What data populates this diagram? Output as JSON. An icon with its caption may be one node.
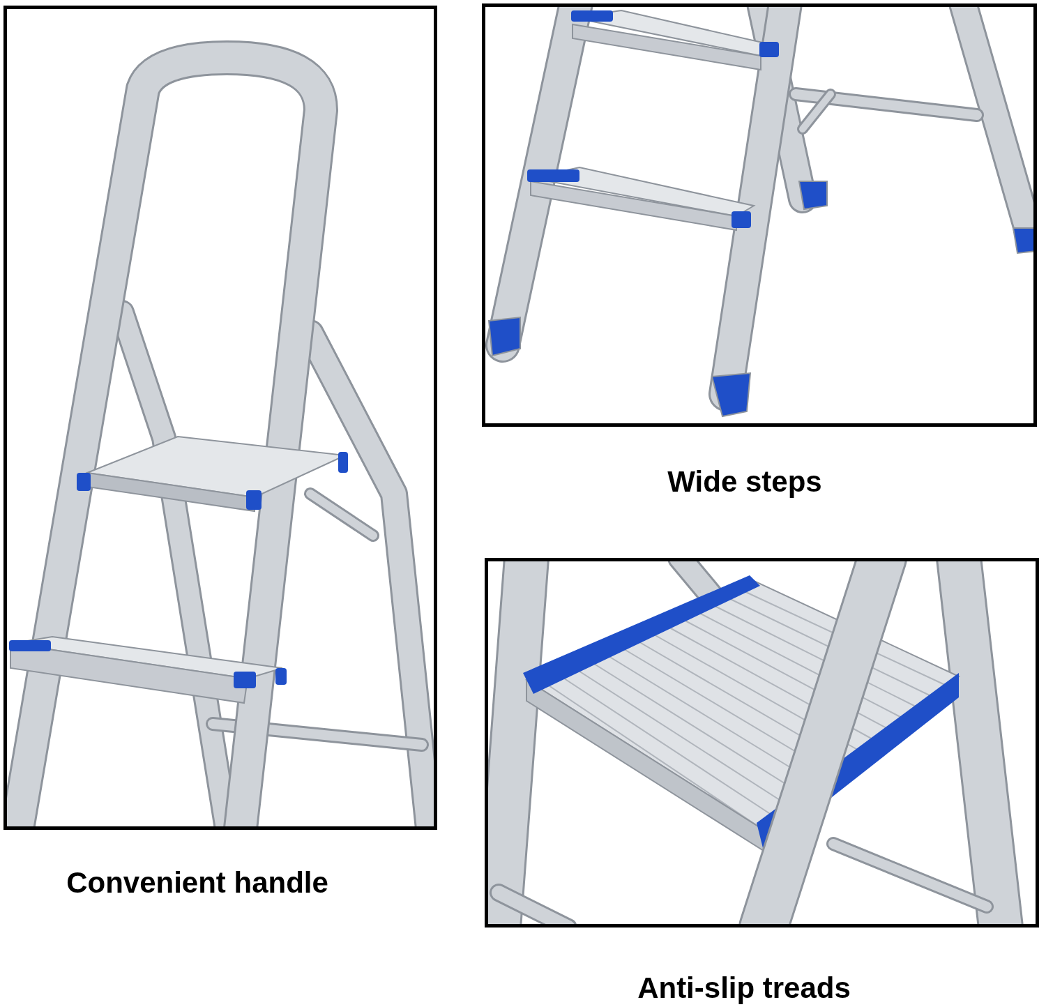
{
  "diagram": {
    "labels": [
      "Wide steps",
      "Convenient handle",
      "Anti-slip treads"
    ]
  }
}
